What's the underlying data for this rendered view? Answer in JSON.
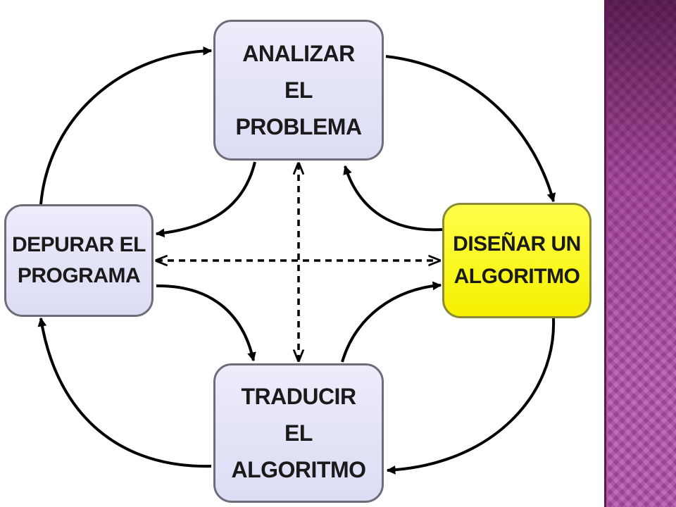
{
  "diagram": {
    "nodes": [
      {
        "id": "analizar",
        "lines": [
          "ANALIZAR",
          "EL",
          "PROBLEMA"
        ],
        "highlighted": false
      },
      {
        "id": "depurar",
        "lines": [
          "DEPURAR EL",
          "PROGRAMA"
        ],
        "highlighted": false
      },
      {
        "id": "disenar",
        "lines": [
          "DISEÑAR UN",
          "ALGORITMO"
        ],
        "highlighted": true
      },
      {
        "id": "traducir",
        "lines": [
          "TRADUCIR",
          "EL",
          "ALGORITMO"
        ],
        "highlighted": false
      }
    ],
    "edges": [
      {
        "from": "depurar",
        "to": "analizar",
        "style": "solid",
        "direction": "forward"
      },
      {
        "from": "analizar",
        "to": "disenar",
        "style": "solid",
        "direction": "forward"
      },
      {
        "from": "disenar",
        "to": "traducir",
        "style": "solid",
        "direction": "forward"
      },
      {
        "from": "traducir",
        "to": "depurar",
        "style": "solid",
        "direction": "forward"
      },
      {
        "from": "analizar",
        "to": "depurar",
        "style": "solid",
        "direction": "forward"
      },
      {
        "from": "disenar",
        "to": "analizar",
        "style": "solid",
        "direction": "forward"
      },
      {
        "from": "traducir",
        "to": "disenar",
        "style": "solid",
        "direction": "forward"
      },
      {
        "from": "depurar",
        "to": "traducir",
        "style": "solid",
        "direction": "forward"
      },
      {
        "from": "depurar",
        "to": "disenar",
        "style": "dashed",
        "direction": "both"
      },
      {
        "from": "analizar",
        "to": "traducir",
        "style": "dashed",
        "direction": "both"
      }
    ],
    "colors": {
      "node_fill": "#e4e4f8",
      "node_border": "#6d6d7a",
      "highlight_fill": "#ffff00",
      "arrow": "#000000",
      "side_panel": "#b04aa6"
    }
  }
}
